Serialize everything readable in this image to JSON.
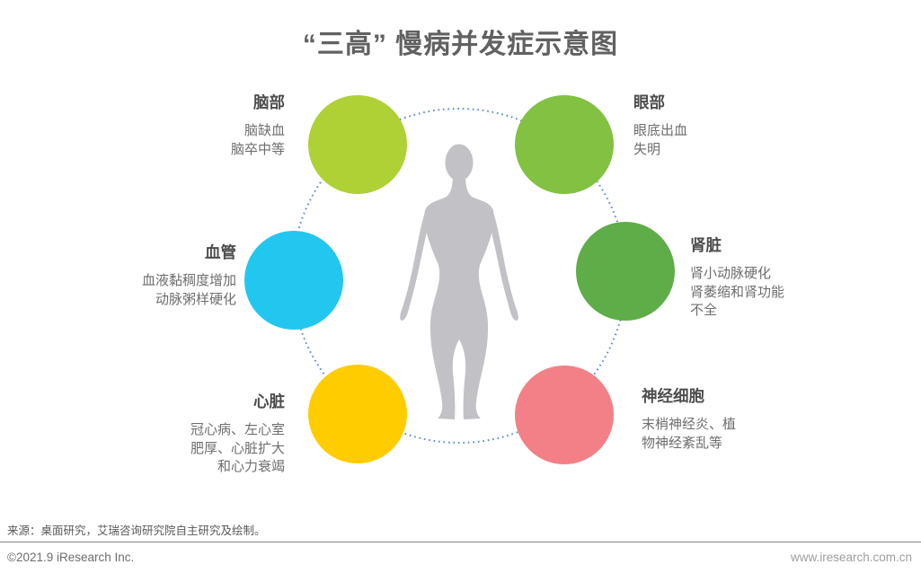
{
  "title": "“三高” 慢病并发症示意图",
  "organs": [
    {
      "id": "brain",
      "label": "脑部",
      "desc": "脑缺血\n脑卒中等",
      "color": "#aed136"
    },
    {
      "id": "eye",
      "label": "眼部",
      "desc": "眼底出血\n失明",
      "color": "#82c142"
    },
    {
      "id": "vessel",
      "label": "血管",
      "desc": "血液黏稠度增加\n动脉粥样硬化",
      "color": "#22c7f0"
    },
    {
      "id": "kidney",
      "label": "肾脏",
      "desc": "肾小动脉硬化\n肾萎缩和肾功能\n不全",
      "color": "#5fad48"
    },
    {
      "id": "heart",
      "label": "心脏",
      "desc": "冠心病、左心室\n肥厚、心脏扩大\n和心力衰竭",
      "color": "#ffcc00"
    },
    {
      "id": "nerve",
      "label": "神经细胞",
      "desc": "末梢神经炎、植\n物神经紊乱等",
      "color": "#f28086"
    }
  ],
  "figure": {
    "silhouette_color": "#c2c2c6",
    "connector_color": "#5b87d8"
  },
  "footer": {
    "source": "来源：桌面研究，艾瑞咨询研究院自主研究及绘制。",
    "copyright": "©2021.9 iResearch Inc.",
    "website": "www.iresearch.com.cn"
  }
}
